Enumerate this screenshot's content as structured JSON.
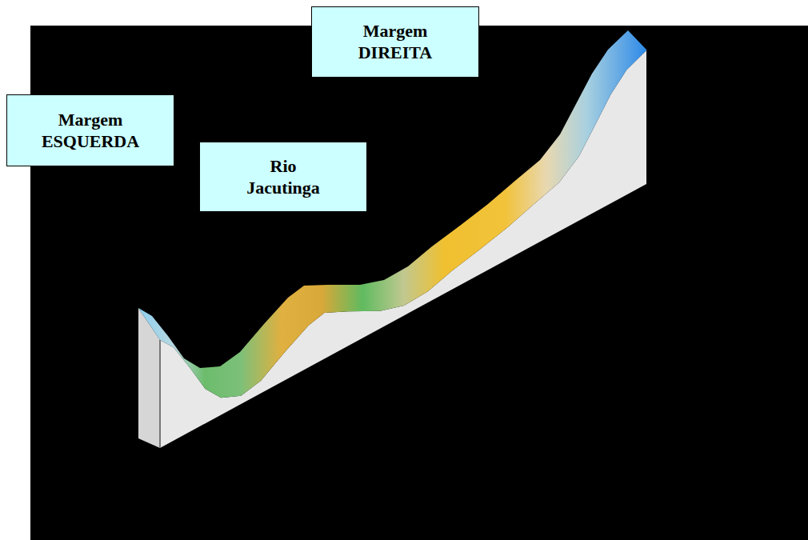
{
  "diagram": {
    "nodes": [
      {
        "text": [
          "Margem DIREITA"
        ]
      },
      {
        "text": [
          "Margem ESQUERDA"
        ]
      },
      {
        "text": [
          "Rio Jacutinga"
        ]
      }
    ]
  }
}
